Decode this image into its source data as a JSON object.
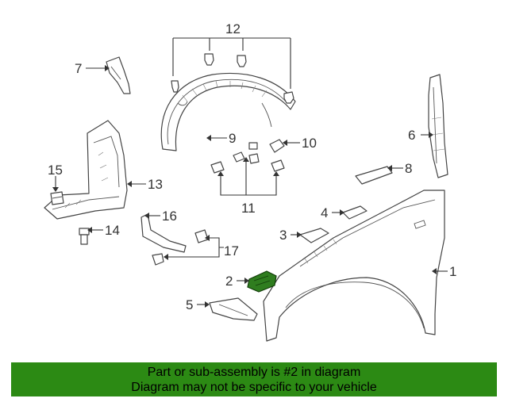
{
  "diagram": {
    "callouts": [
      "1",
      "2",
      "3",
      "4",
      "5",
      "6",
      "7",
      "8",
      "9",
      "10",
      "11",
      "12",
      "13",
      "14",
      "15",
      "16",
      "17"
    ],
    "highlighted_part": "2",
    "colors": {
      "highlight": "#2f7d1f",
      "banner": "#2c8a14",
      "linework": "#444444"
    }
  },
  "footer": {
    "line1": "Part or sub-assembly is #2 in diagram",
    "line2": "Diagram may not be specific to your vehicle"
  }
}
